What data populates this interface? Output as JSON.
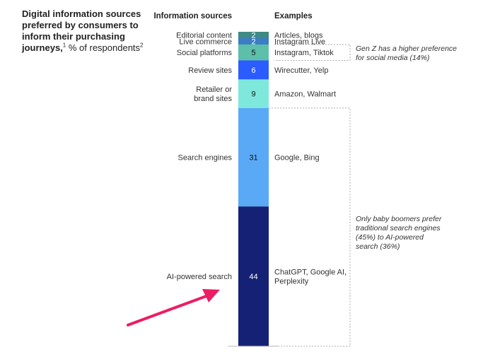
{
  "title": {
    "bold": "Digital information sources preferred by consumers to inform their purchasing journeys,",
    "sup1": "1",
    "rest": " % of respondents",
    "sup2": "2"
  },
  "headers": {
    "sources": "Information sources",
    "examples": "Examples"
  },
  "chart_data": {
    "type": "bar",
    "orientation": "stacked-vertical",
    "unit": "% of respondents",
    "categories": [
      "Editorial content",
      "Live commerce",
      "Social platforms",
      "Review sites",
      "Retailer or brand sites",
      "Search engines",
      "AI-powered search"
    ],
    "category_lines": [
      [
        "Editorial content"
      ],
      [
        "Live commerce"
      ],
      [
        "Social platforms"
      ],
      [
        "Review sites"
      ],
      [
        "Retailer or",
        "brand sites"
      ],
      [
        "Search engines"
      ],
      [
        "AI-powered search"
      ]
    ],
    "values": [
      2,
      2,
      5,
      6,
      9,
      31,
      44
    ],
    "examples": [
      [
        "Articles, blogs"
      ],
      [
        "Instagram Live"
      ],
      [
        "Instagram, Tiktok"
      ],
      [
        "Wirecutter, Yelp"
      ],
      [
        "Amazon, Walmart"
      ],
      [
        "Google, Bing"
      ],
      [
        "ChatGPT, Google AI,",
        "Perplexity"
      ]
    ],
    "colors": [
      "#3e8a84",
      "#3c7dc4",
      "#5cbfaa",
      "#2b5cff",
      "#7ee8dc",
      "#5aa9f7",
      "#142174"
    ],
    "value_text_colors": [
      "#ffffff",
      "#ffffff",
      "#111111",
      "#ffffff",
      "#111111",
      "#111111",
      "#ffffff"
    ]
  },
  "annotations": [
    {
      "lines": [
        "Gen Z has a higher preference",
        "for social media (14%)"
      ]
    },
    {
      "lines": [
        "Only baby boomers prefer",
        "traditional search engines",
        "(45%) to AI-powered",
        "search (36%)"
      ]
    }
  ],
  "arrow_color": "#ee1c62"
}
